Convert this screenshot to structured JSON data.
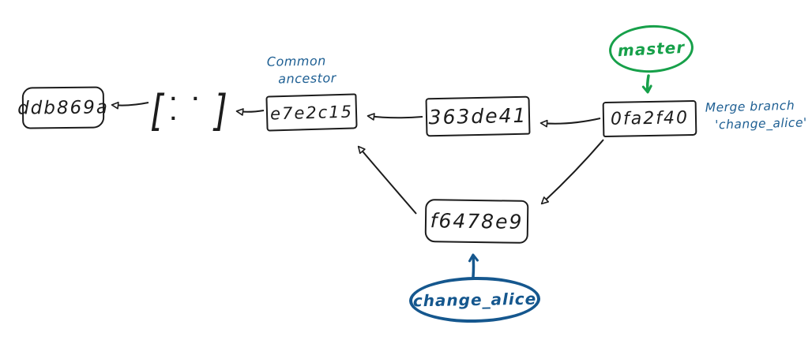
{
  "diagram": {
    "title_hint": "hand-drawn git commit history",
    "colors": {
      "ink": "#1c1c1c",
      "master_green": "#17a04a",
      "branch_blue": "#15578e",
      "annotation_blue": "#1e5f93",
      "background": "#ffffff"
    },
    "commits": {
      "ddb869a": {
        "label": "ddb869a"
      },
      "e7e2c15": {
        "label": "e7e2c15"
      },
      "363de41": {
        "label": "363de41"
      },
      "0fa2f40": {
        "label": "0fa2f40"
      },
      "f6478e9": {
        "label": "f6478e9"
      }
    },
    "ellipsis": {
      "open": "[",
      "dots": ". . .",
      "close": "]"
    },
    "branches": {
      "master": {
        "label": "master",
        "color": "#17a04a",
        "points_to": "0fa2f40"
      },
      "change_alice": {
        "label": "change_alice",
        "color": "#15578e",
        "points_to": "f6478e9"
      }
    },
    "annotations": {
      "common_ancestor": {
        "line1": "Common",
        "line2": "ancestor",
        "attached_to": "e7e2c15"
      },
      "merge": {
        "line1": "Merge branch",
        "line2": "'change_alice'",
        "attached_to": "0fa2f40"
      }
    },
    "edges": [
      {
        "from": "[...]",
        "to": "ddb869a"
      },
      {
        "from": "e7e2c15",
        "to": "[...]"
      },
      {
        "from": "363de41",
        "to": "e7e2c15"
      },
      {
        "from": "0fa2f40",
        "to": "363de41"
      },
      {
        "from": "f6478e9",
        "to": "e7e2c15"
      },
      {
        "from": "0fa2f40",
        "to": "f6478e9"
      },
      {
        "from": "master",
        "to": "0fa2f40"
      },
      {
        "from": "change_alice",
        "to": "f6478e9"
      }
    ]
  }
}
